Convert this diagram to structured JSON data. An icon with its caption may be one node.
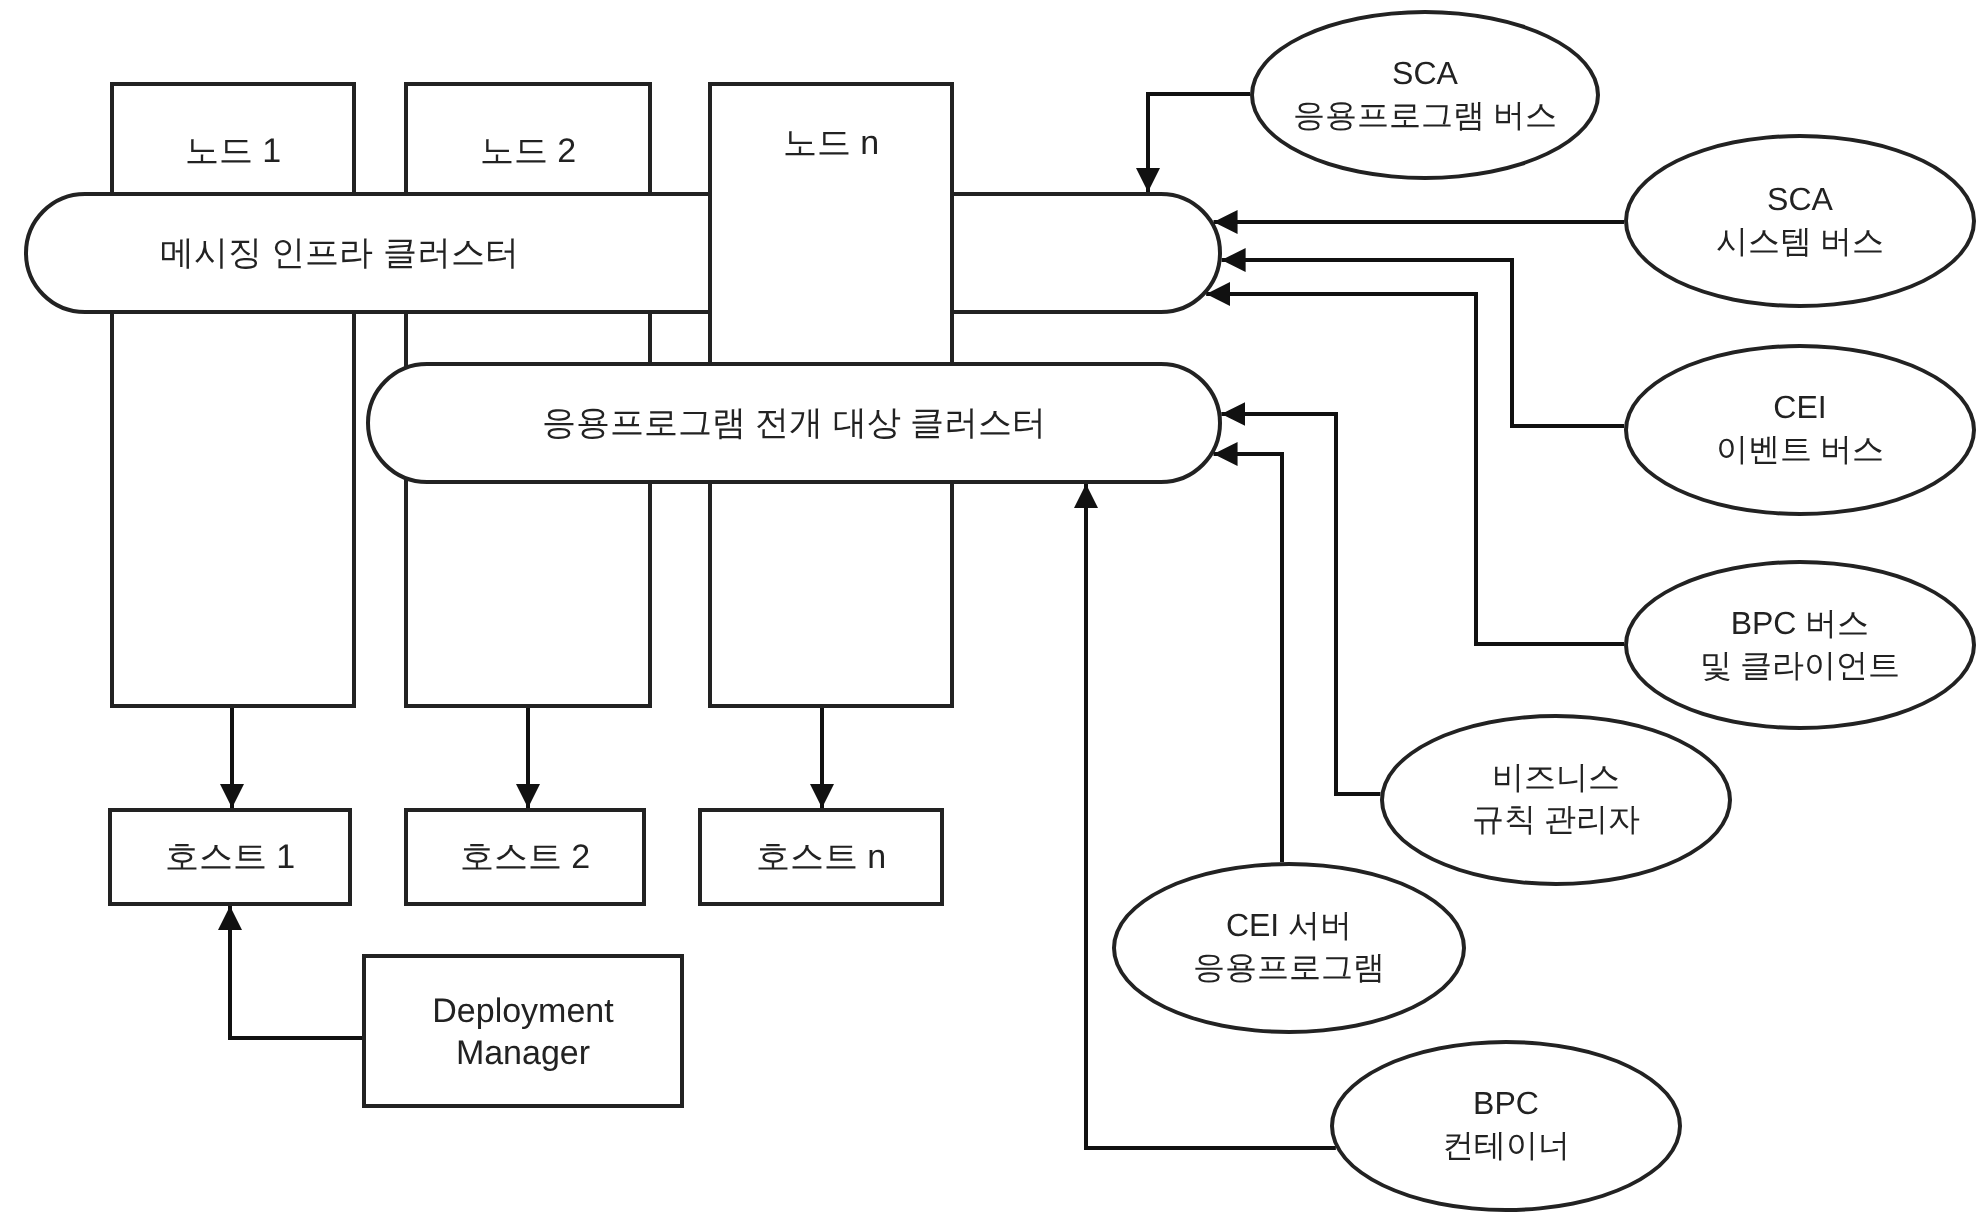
{
  "diagram": {
    "nodes": [
      {
        "text": [
          "노드 1"
        ]
      },
      {
        "text": [
          "노드 2"
        ]
      },
      {
        "text": [
          "노드 n"
        ]
      },
      {
        "text": [
          "메시징 인프라 클러스터"
        ]
      },
      {
        "text": [
          "응용프로그램 전개 대상 클러스터"
        ]
      },
      {
        "text": [
          "호스트 1"
        ]
      },
      {
        "text": [
          "호스트 2"
        ]
      },
      {
        "text": [
          "호스트 n"
        ]
      },
      {
        "text": [
          "Deployment Manager"
        ]
      },
      {
        "text": [
          "SCA",
          "응용프로그램 버스"
        ]
      },
      {
        "text": [
          "SCA",
          "시스템 버스"
        ]
      },
      {
        "text": [
          "CEI",
          "이벤트 버스"
        ]
      },
      {
        "text": [
          "BPC 버스",
          "및 클라이언트"
        ]
      },
      {
        "text": [
          "비즈니스",
          "규칙 관리자"
        ]
      },
      {
        "text": [
          "CEI 서버",
          "응용프로그램"
        ]
      },
      {
        "text": [
          "BPC",
          "컨테이너"
        ]
      }
    ],
    "edges": [
      {
        "from": 0,
        "to": 5,
        "arrow": "to"
      },
      {
        "from": 1,
        "to": 6,
        "arrow": "to"
      },
      {
        "from": 2,
        "to": 7,
        "arrow": "to"
      },
      {
        "from": 8,
        "to": 5,
        "arrow": "to"
      },
      {
        "from": 9,
        "to": 3,
        "arrow": "to"
      },
      {
        "from": 10,
        "to": 3,
        "arrow": "to"
      },
      {
        "from": 11,
        "to": 3,
        "arrow": "to"
      },
      {
        "from": 12,
        "to": 3,
        "arrow": "to"
      },
      {
        "from": 13,
        "to": 4,
        "arrow": "to"
      },
      {
        "from": 14,
        "to": 4,
        "arrow": "to"
      },
      {
        "from": 15,
        "to": 4,
        "arrow": "to"
      }
    ]
  }
}
